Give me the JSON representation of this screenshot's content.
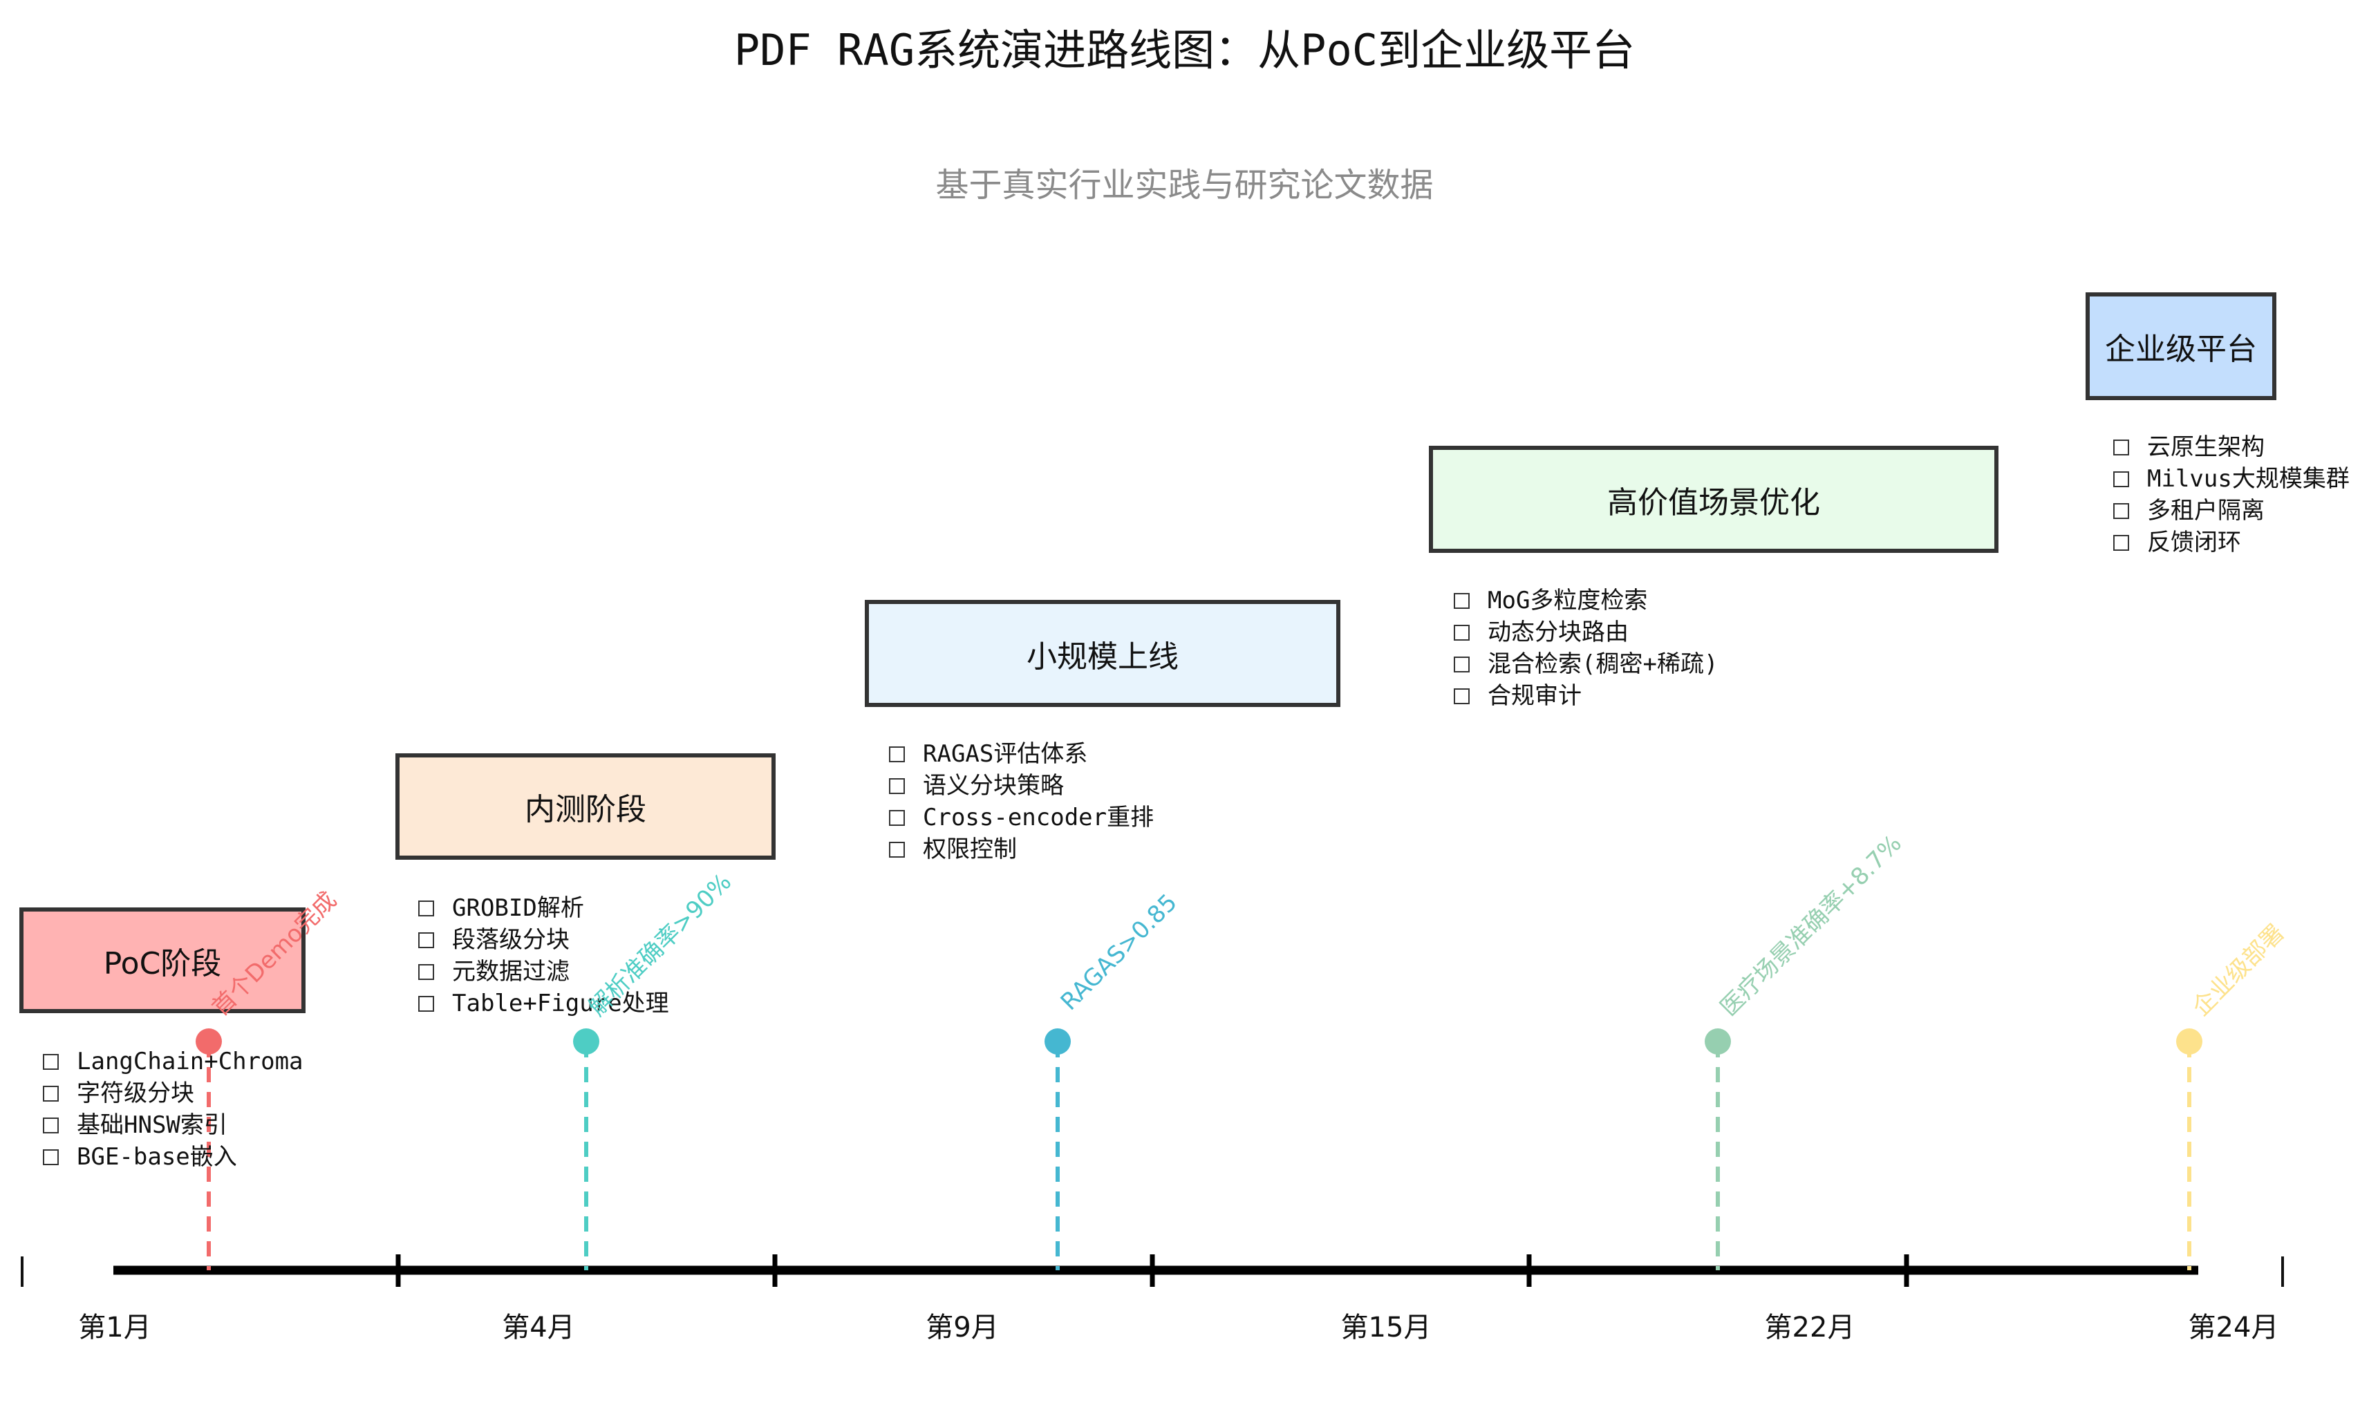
{
  "title": "PDF RAG系统演进路线图：从PoC到企业级平台",
  "subtitle": "基于真实行业实践与研究论文数据",
  "stages": [
    {
      "name": "PoC阶段",
      "color": "#ffb3b3",
      "tasks": [
        "LangChain+Chroma",
        "字符级分块",
        "基础HNSW索引",
        "BGE-base嵌入"
      ]
    },
    {
      "name": "内测阶段",
      "color": "#fde9d6",
      "tasks": [
        "GROBID解析",
        "段落级分块",
        "元数据过滤",
        "Table+Figure处理"
      ]
    },
    {
      "name": "小规模上线",
      "color": "#e8f4fd",
      "tasks": [
        "RAGAS评估体系",
        "语义分块策略",
        "Cross-encoder重排",
        "权限控制"
      ]
    },
    {
      "name": "高价值场景优化",
      "color": "#e8fbea",
      "tasks": [
        "MoG多粒度检索",
        "动态分块路由",
        "混合检索(稠密+稀疏)",
        "合规审计"
      ]
    },
    {
      "name": "企业级平台",
      "color": "#c3defd",
      "tasks": [
        "云原生架构",
        "Milvus大规模集群",
        "多租户隔离",
        "反馈闭环"
      ]
    }
  ],
  "milestones": [
    {
      "label": "首个Demo完成",
      "color": "#f26b6b"
    },
    {
      "label": "解析准确率>90%",
      "color": "#4ecdc4"
    },
    {
      "label": "RAGAS>0.85",
      "color": "#45b7d1"
    },
    {
      "label": "医疗场景准确率+8.7%",
      "color": "#96cfb0"
    },
    {
      "label": "企业级部署",
      "color": "#fde28c"
    }
  ],
  "months": [
    "第1月",
    "第4月",
    "第9月",
    "第15月",
    "第22月",
    "第24月"
  ]
}
